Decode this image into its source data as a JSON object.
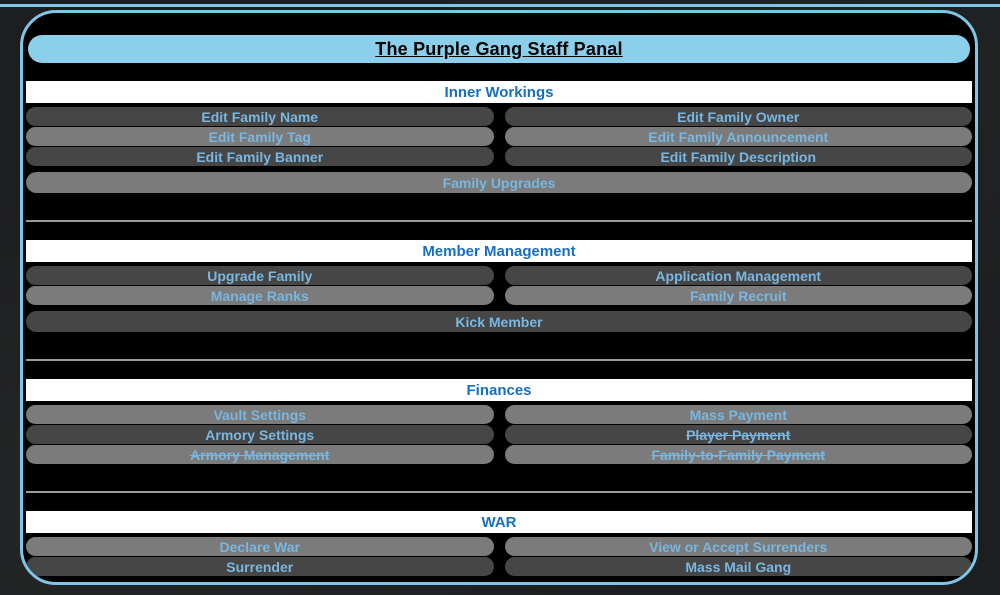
{
  "title": "The Purple Gang Staff Panal",
  "colors": {
    "accent_blue_border": "#7ec6e8",
    "title_pill_bg": "#8bcfea",
    "section_header_text": "#176fc1",
    "button_text": "#79b7e0",
    "row_dark": "#464646",
    "row_light": "#7b7b7b",
    "panel_bg": "#000000",
    "section_header_bg": "#ffffff"
  },
  "sections": [
    {
      "title": "Inner Workings",
      "rows": [
        {
          "type": "pair",
          "shade": "dark",
          "buttons": [
            {
              "label": "Edit Family Name"
            },
            {
              "label": "Edit Family Owner"
            }
          ]
        },
        {
          "type": "pair",
          "shade": "light",
          "buttons": [
            {
              "label": "Edit Family Tag"
            },
            {
              "label": "Edit Family Announcement"
            }
          ]
        },
        {
          "type": "pair",
          "shade": "dark",
          "buttons": [
            {
              "label": "Edit Family Banner"
            },
            {
              "label": "Edit Family Description"
            }
          ]
        },
        {
          "type": "full",
          "shade": "light",
          "buttons": [
            {
              "label": "Family Upgrades"
            }
          ]
        }
      ]
    },
    {
      "title": "Member Management",
      "rows": [
        {
          "type": "pair",
          "shade": "dark",
          "buttons": [
            {
              "label": "Upgrade Family"
            },
            {
              "label": "Application Management"
            }
          ]
        },
        {
          "type": "pair",
          "shade": "light",
          "buttons": [
            {
              "label": "Manage Ranks"
            },
            {
              "label": "Family Recruit"
            }
          ]
        },
        {
          "type": "full",
          "shade": "dark",
          "buttons": [
            {
              "label": "Kick Member"
            }
          ]
        }
      ]
    },
    {
      "title": "Finances",
      "rows": [
        {
          "type": "pair",
          "shade": "light",
          "buttons": [
            {
              "label": "Vault Settings"
            },
            {
              "label": "Mass Payment"
            }
          ]
        },
        {
          "type": "pair",
          "shade": "dark",
          "buttons": [
            {
              "label": "Armory Settings"
            },
            {
              "label": "Player Payment",
              "struck": true
            }
          ]
        },
        {
          "type": "pair",
          "shade": "light",
          "buttons": [
            {
              "label": "Armory Management",
              "struck": true
            },
            {
              "label": "Family-to-Family Payment",
              "struck": true
            }
          ]
        }
      ]
    },
    {
      "title": "WAR",
      "rows": [
        {
          "type": "pair",
          "shade": "light",
          "buttons": [
            {
              "label": "Declare War"
            },
            {
              "label": "View or Accept Surrenders"
            }
          ]
        },
        {
          "type": "pair",
          "shade": "dark",
          "buttons": [
            {
              "label": "Surrender"
            },
            {
              "label": "Mass Mail Gang"
            }
          ]
        }
      ]
    }
  ]
}
